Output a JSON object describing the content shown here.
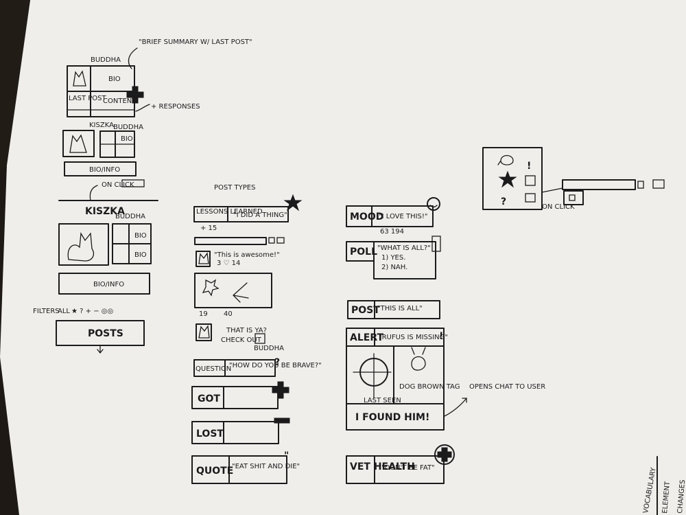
{
  "profile_block_1": {
    "name": "BUDDHA",
    "note": "\"BRIEF SUMMARY W/ LAST POST\"",
    "bio": "BIO",
    "last_post": "LAST POST",
    "content": "CONTENT",
    "responses": "+ RESPONSES"
  },
  "profile_block_2": {
    "name": "KISZKA",
    "buddha": "BUDDHA",
    "bio": "BIO",
    "bio_info": "BIO/INFO",
    "on_click": "ON CLICK"
  },
  "profile_block_3": {
    "name": "KISZKA",
    "buddha": "BUDDHA",
    "bio_a": "BIO",
    "bio_b": "BIO",
    "bio_info": "BIO/INFO",
    "filters": "FILTERS",
    "all": "ALL",
    "filter_symbols": "★ ? + − ◎◎",
    "posts": "POSTS"
  },
  "post_types": {
    "heading": "POST TYPES",
    "lessons_tag": "LESSONS LEARNED",
    "lessons_text": "\"I DID A THING\"",
    "lessons_stats": "+ 15",
    "status_text": "\"This is awesome!\"",
    "status_stats": "3  ♡ 14",
    "image_stats_a": "19",
    "image_stats_b": "40",
    "tag_text": "THAT IS YA?",
    "tag_check": "CHECK OUT",
    "tag_name": "BUDDHA",
    "question_tag": "QUESTION",
    "question_text": "\"HOW DO YOU BE BRAVE?\"",
    "got_tag": "GOT",
    "lost_tag": "LOST",
    "quote_tag": "QUOTE",
    "quote_text": "\"EAT SHIT AND DIE\""
  },
  "mood_column": {
    "mood_tag": "MOOD",
    "mood_text": "\"I LOVE THIS!\"",
    "mood_stats": "63   194",
    "poll_tag": "POLL",
    "poll_q": "\"WHAT IS ALL?\"",
    "poll_1": "1) YES.",
    "poll_2": "2) NAH.",
    "post_tag": "POST",
    "post_text": "\"THIS IS ALL\"",
    "alert_tag": "ALERT",
    "alert_text": "\"RUFUS IS MISSING\"",
    "last_seen": "LAST SEEN",
    "dog_desc": "DOG  BROWN  TAG",
    "found": "I FOUND HIM!",
    "opens_chat": "OPENS CHAT TO USER",
    "vet_tag": "VET HEALTH",
    "vet_text": "\"DON'T BE FAT\""
  },
  "toolbar_sketch": {
    "on_click": "ON CLICK"
  },
  "legend": {
    "col1": "VOCABULARY",
    "col2": "ELEMENT",
    "col3": "CHANGES"
  }
}
